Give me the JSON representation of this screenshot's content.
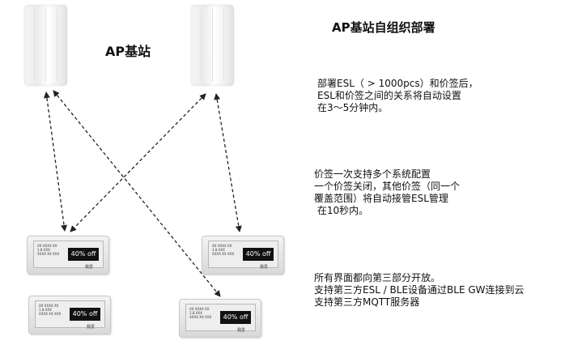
{
  "ap_label": "AP基站",
  "deployment_title": "AP基站自组织部署",
  "notes": [
    "部署ESL（ > 1000pcs）和价签后，\nESL和价签之间的关系将自动设置\n在3～5分钟内。",
    "价签一次支持多个系统配置\n一个价签关闭，其他价签（同一个\n覆盖范围）将自动接管ESL管理\n 在10秒内。",
    "所有界面都向第三部分开放。\n支持第三方ESL / BLE设备通过BLE GW连接到云\n支持第三方MQTT服务器"
  ],
  "esl_tag": {
    "line1": "XX XXXX XX",
    "line2": "1.8 XXX",
    "line3": "XXXX XX XXX",
    "promo": "40% off",
    "brand": "我爱"
  },
  "colors": {
    "link": "#222222",
    "promo_bg": "#111111"
  }
}
